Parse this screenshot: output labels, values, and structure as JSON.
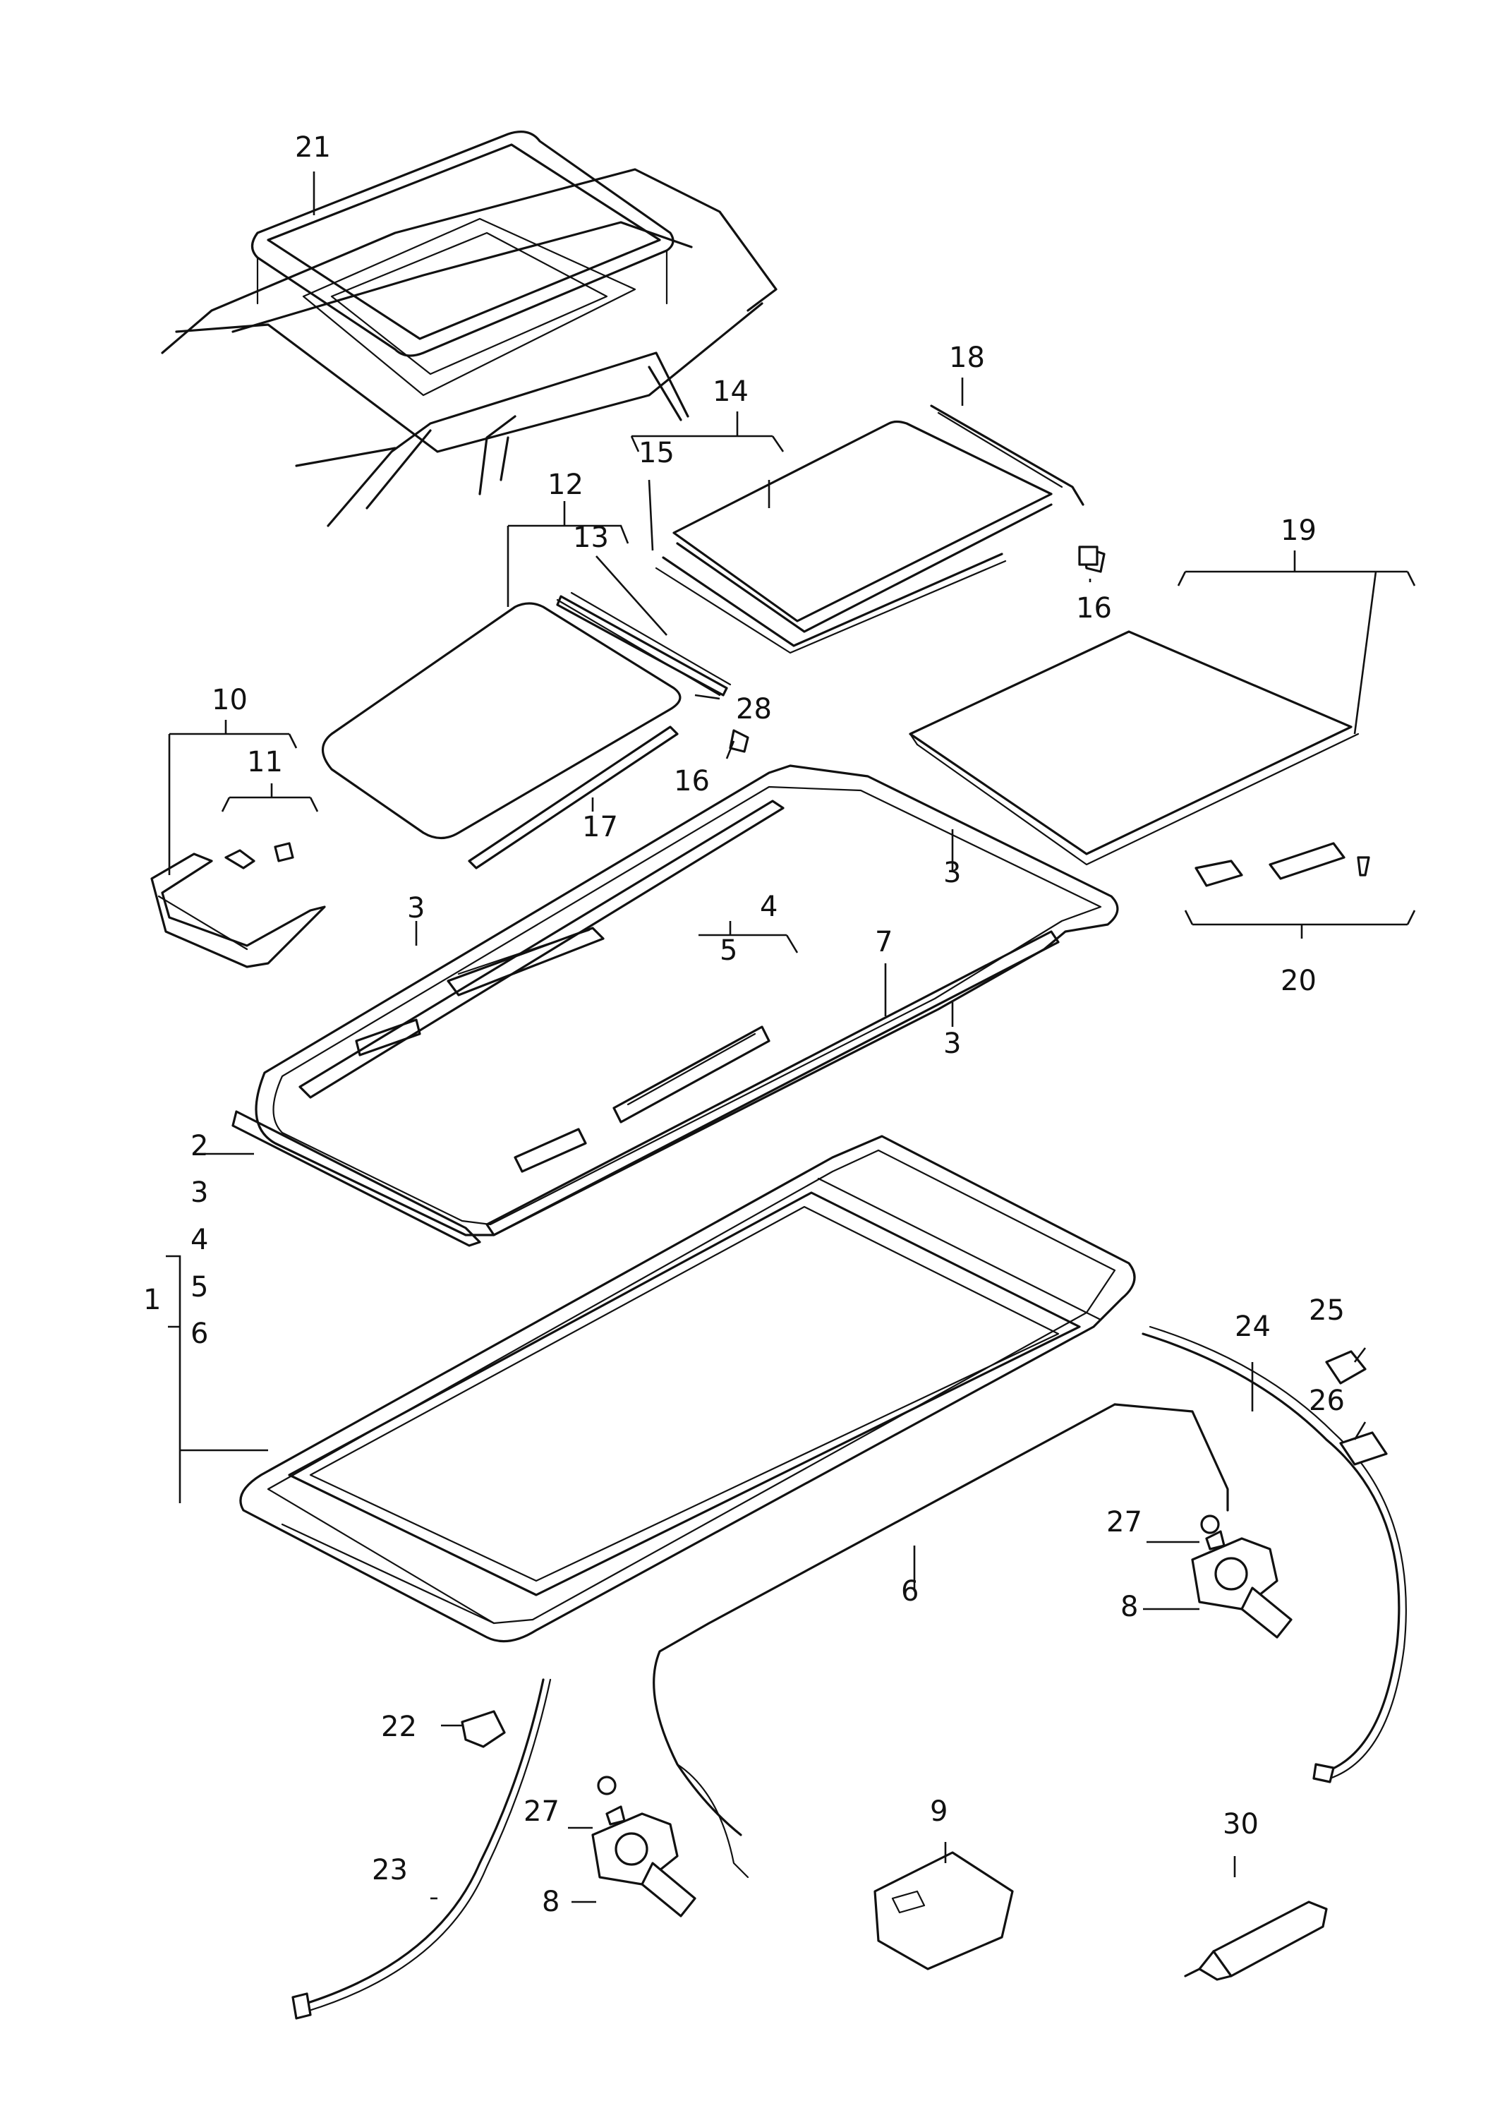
{
  "callouts": {
    "c1": "1",
    "c2": "2",
    "c3a": "3",
    "c3b": "3",
    "c3c": "3",
    "c3d": "3",
    "c4a": "4",
    "c4b": "4",
    "c5a": "5",
    "c5b": "5",
    "c6a": "6",
    "c6b": "6",
    "c7": "7",
    "c8a": "8",
    "c8b": "8",
    "c9": "9",
    "c10": "10",
    "c11": "11",
    "c12": "12",
    "c13": "13",
    "c14": "14",
    "c15": "15",
    "c16a": "16",
    "c16b": "16",
    "c17": "17",
    "c18": "18",
    "c19": "19",
    "c20": "20",
    "c21": "21",
    "c22": "22",
    "c23": "23",
    "c24": "24",
    "c25": "25",
    "c26": "26",
    "c27a": "27",
    "c27b": "27",
    "c28": "28",
    "c30": "30"
  },
  "colors": {
    "ink": "#111111",
    "background": "#ffffff"
  }
}
